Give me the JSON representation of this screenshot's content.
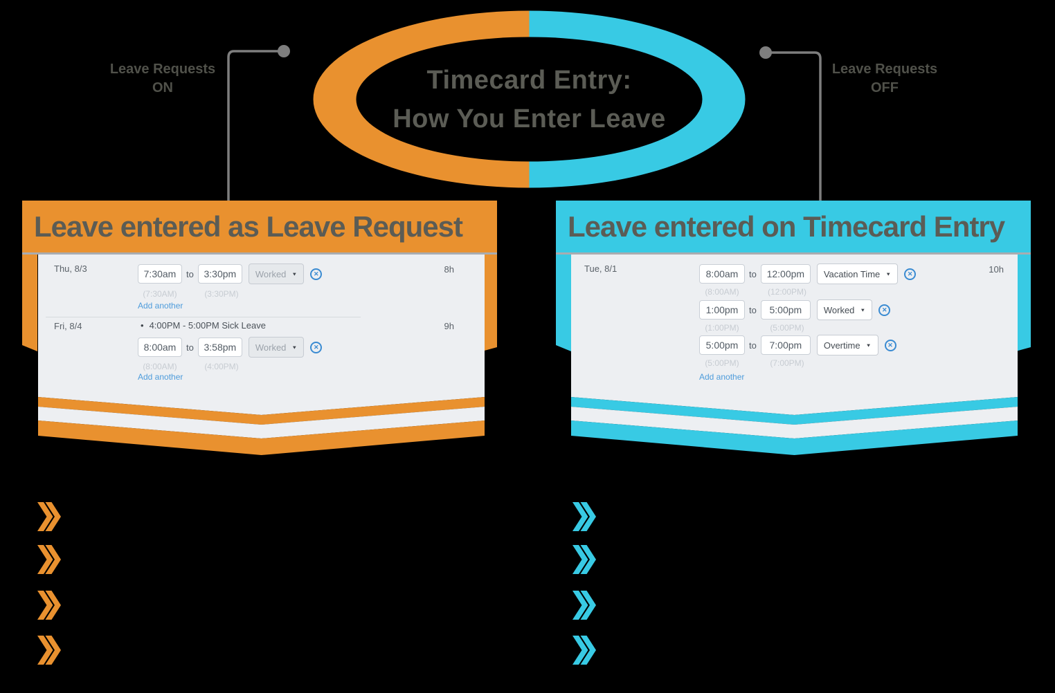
{
  "colors": {
    "orange": "#E9912F",
    "cyan": "#38CAE4",
    "heading_text": "#5B5C55",
    "connector_gray": "#7E7E7E",
    "card_bg": "#EDEFF2",
    "link_blue": "#4E9CDB",
    "icon_blue": "#3A8BD2"
  },
  "icons": {
    "caret_down": "▼",
    "remove_x": "✕",
    "note_dot": "•"
  },
  "ring_title": {
    "line1": "Timecard Entry:",
    "line2": "How You Enter Leave"
  },
  "side_labels": {
    "left": {
      "line1": "Leave Requests",
      "line2": "ON"
    },
    "right": {
      "line1": "Leave Requests",
      "line2": "OFF"
    }
  },
  "shared": {
    "to_label": "to",
    "add_label": "Add another"
  },
  "left_panel": {
    "header": "Leave entered as Leave Request",
    "day1": {
      "date": "Thu, 8/3",
      "hours": "8h",
      "entry": {
        "start": "7:30am",
        "end": "3:30pm",
        "type": "Worked",
        "start_ghost": "(7:30AM)",
        "end_ghost": "(3:30PM)"
      }
    },
    "day2": {
      "date": "Fri, 8/4",
      "hours": "9h",
      "note": "4:00PM - 5:00PM Sick Leave",
      "entry": {
        "start": "8:00am",
        "end": "3:58pm",
        "type": "Worked",
        "start_ghost": "(8:00AM)",
        "end_ghost": "(4:00PM)"
      }
    }
  },
  "right_panel": {
    "header": "Leave entered on Timecard Entry",
    "day1": {
      "date": "Tue, 8/1",
      "hours": "10h",
      "entry1": {
        "start": "8:00am",
        "end": "12:00pm",
        "type": "Vacation Time",
        "start_ghost": "(8:00AM)",
        "end_ghost": "(12:00PM)"
      },
      "entry2": {
        "start": "1:00pm",
        "end": "5:00pm",
        "type": "Worked",
        "start_ghost": "(1:00PM)",
        "end_ghost": "(5:00PM)"
      },
      "entry3": {
        "start": "5:00pm",
        "end": "7:00pm",
        "type": "Overtime",
        "start_ghost": "(5:00PM)",
        "end_ghost": "(7:00PM)"
      }
    }
  }
}
